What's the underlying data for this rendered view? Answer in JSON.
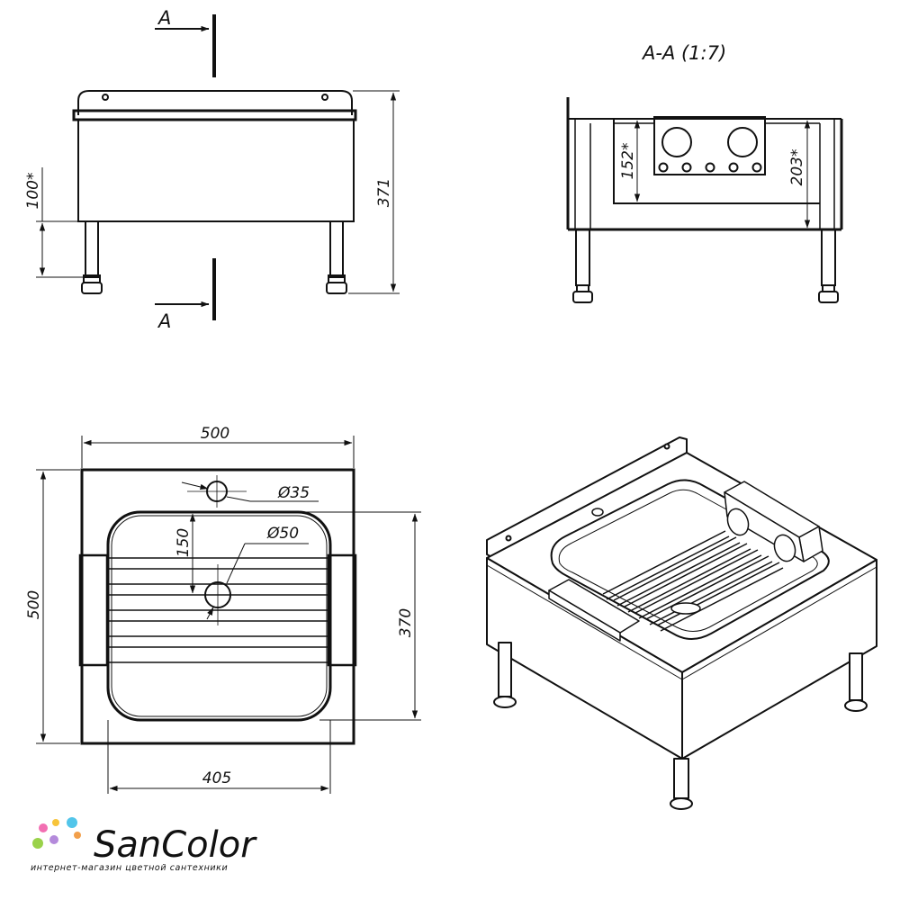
{
  "front_view": {
    "section_label_top": "A",
    "section_label_bottom": "A",
    "dim_height": "371",
    "dim_leg": "100*"
  },
  "section_view": {
    "title": "A-A (1:7)",
    "dim_left": "152*",
    "dim_right": "203*"
  },
  "top_view": {
    "dim_width": "500",
    "dim_depth": "500",
    "dim_bowl_depth": "370",
    "dim_bowl_width": "405",
    "dim_hole_offset": "150",
    "dim_tap_hole": "Ø35",
    "dim_drain": "Ø50"
  },
  "logo": {
    "name": "SanColor",
    "tagline": "интернет-магазин цветной сантехники",
    "dot_colors": [
      "#f26fb2",
      "#f7c43a",
      "#52c5ea",
      "#9ad24a",
      "#b48adb",
      "#f29f4a"
    ]
  }
}
